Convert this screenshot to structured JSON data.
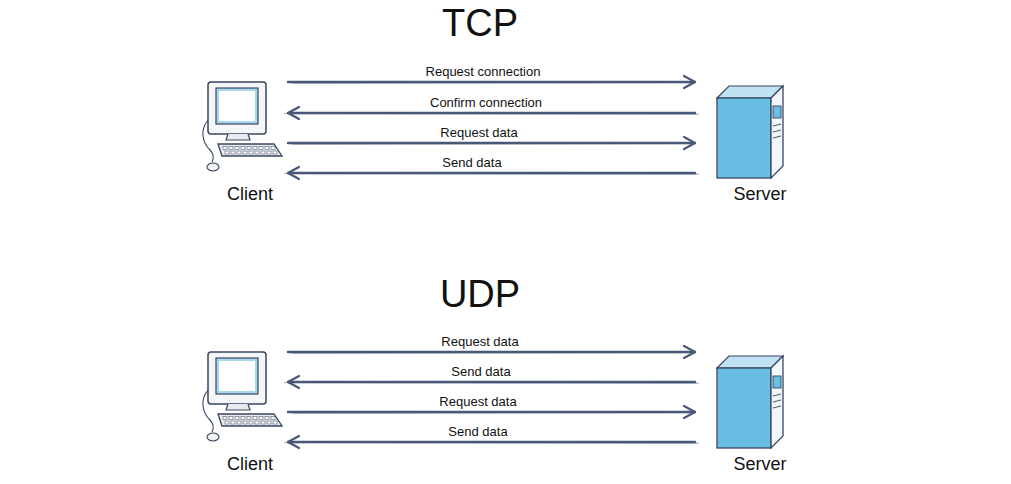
{
  "diagram": {
    "nodes": [
      {
        "text": [
          "Client"
        ]
      },
      {
        "text": [
          "Server"
        ]
      },
      {
        "text": [
          "Client"
        ]
      },
      {
        "text": [
          "Server"
        ]
      }
    ],
    "edges": [
      {
        "from": 0,
        "to": 1,
        "arrow": "to",
        "label": "Request connection"
      },
      {
        "from": 1,
        "to": 0,
        "arrow": "to",
        "label": "Confirm connection"
      },
      {
        "from": 0,
        "to": 1,
        "arrow": "to",
        "label": "Request data"
      },
      {
        "from": 1,
        "to": 0,
        "arrow": "to",
        "label": "Send data"
      },
      {
        "from": 2,
        "to": 3,
        "arrow": "to",
        "label": "Request data"
      },
      {
        "from": 3,
        "to": 2,
        "arrow": "to",
        "label": "Send data"
      },
      {
        "from": 2,
        "to": 3,
        "arrow": "to",
        "label": "Request data"
      },
      {
        "from": 3,
        "to": 2,
        "arrow": "to",
        "label": "Send data"
      }
    ],
    "labels": [
      "TCP",
      "UDP"
    ]
  }
}
